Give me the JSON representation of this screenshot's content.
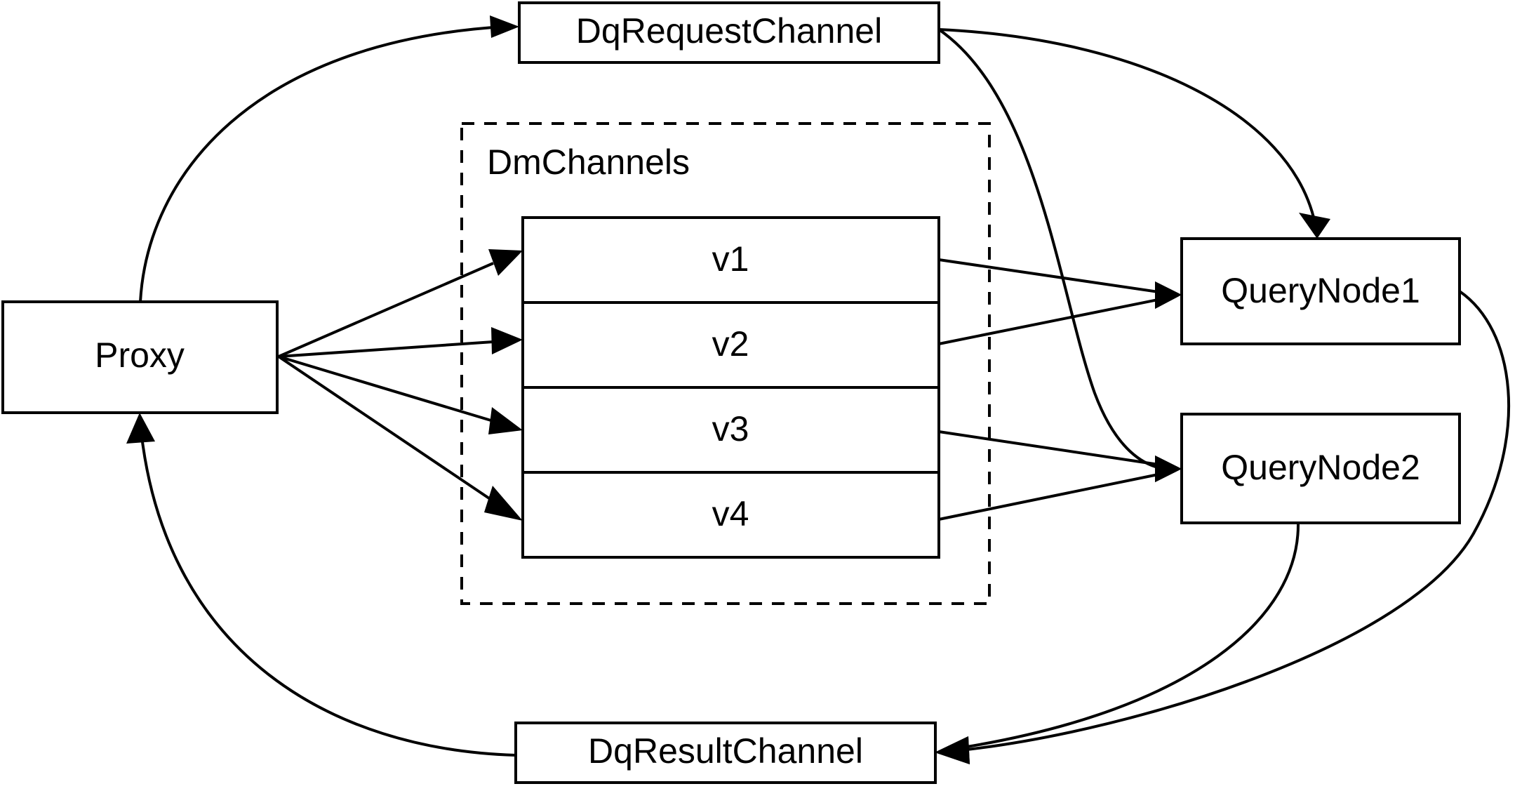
{
  "diagram": {
    "title": "Milvus query flow: Proxy, DqRequestChannel, DmChannels, QueryNodes, DqResultChannel",
    "background_color": "#ffffff",
    "stroke_color": "#000000"
  },
  "nodes": {
    "proxy": {
      "label": "Proxy"
    },
    "dq_request_channel": {
      "label": "DqRequestChannel"
    },
    "dq_result_channel": {
      "label": "DqResultChannel"
    },
    "query_node_1": {
      "label": "QueryNode1"
    },
    "query_node_2": {
      "label": "QueryNode2"
    }
  },
  "groups": {
    "dm_channels": {
      "label": "DmChannels",
      "channels": [
        {
          "label": "v1"
        },
        {
          "label": "v2"
        },
        {
          "label": "v3"
        },
        {
          "label": "v4"
        }
      ]
    }
  },
  "edges": [
    {
      "name": "proxy-to-dq-request-channel",
      "from": "Proxy",
      "to": "DqRequestChannel",
      "style": "curved-arrow"
    },
    {
      "name": "dq-request-channel-to-query-node-1",
      "from": "DqRequestChannel",
      "to": "QueryNode1",
      "style": "curved-arrow"
    },
    {
      "name": "dq-request-channel-to-query-node-2",
      "from": "DqRequestChannel",
      "to": "QueryNode2",
      "style": "curved-arrow"
    },
    {
      "name": "proxy-to-v1",
      "from": "Proxy",
      "to": "v1",
      "style": "straight-arrow"
    },
    {
      "name": "proxy-to-v2",
      "from": "Proxy",
      "to": "v2",
      "style": "straight-arrow"
    },
    {
      "name": "proxy-to-v3",
      "from": "Proxy",
      "to": "v3",
      "style": "straight-arrow"
    },
    {
      "name": "proxy-to-v4",
      "from": "Proxy",
      "to": "v4",
      "style": "straight-arrow"
    },
    {
      "name": "v1-to-query-node-1",
      "from": "v1",
      "to": "QueryNode1",
      "style": "straight-arrow"
    },
    {
      "name": "v2-to-query-node-1",
      "from": "v2",
      "to": "QueryNode1",
      "style": "straight-arrow"
    },
    {
      "name": "v3-to-query-node-2",
      "from": "v3",
      "to": "QueryNode2",
      "style": "straight-arrow"
    },
    {
      "name": "v4-to-query-node-2",
      "from": "v4",
      "to": "QueryNode2",
      "style": "straight-arrow"
    },
    {
      "name": "query-node-1-to-dq-result-channel",
      "from": "QueryNode1",
      "to": "DqResultChannel",
      "style": "curved-arrow"
    },
    {
      "name": "query-node-2-to-dq-result-channel",
      "from": "QueryNode2",
      "to": "DqResultChannel",
      "style": "curved-arrow"
    },
    {
      "name": "dq-result-channel-to-proxy",
      "from": "DqResultChannel",
      "to": "Proxy",
      "style": "curved-arrow"
    }
  ]
}
